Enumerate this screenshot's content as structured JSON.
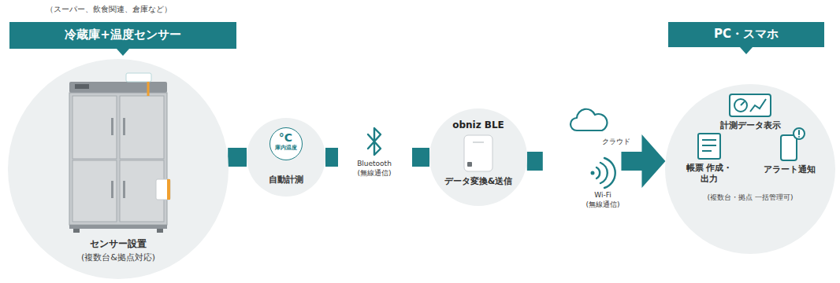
{
  "diagram": {
    "nodes": [
      {
        "text": [
          "冷蔵庫+温度センサー"
        ]
      },
      {
        "text": [
          "センサー設置",
          "(複数台&拠点対応)"
        ]
      },
      {
        "text": [
          "自動計測"
        ]
      },
      {
        "text": [
          "°C",
          "庫内温度"
        ],
        "in": 2
      },
      {
        "text": [
          "obniz BLE",
          "データ変換&送信"
        ]
      },
      {
        "text": [
          "PC・スマホ"
        ]
      },
      {
        "text": [
          "計測データ表示",
          "帳票 作成・出力",
          "アラート通知",
          "(複数台・拠点 一括管理可)"
        ]
      }
    ],
    "edges": [
      {
        "from": 1,
        "to": 2,
        "arrow": "none"
      },
      {
        "from": 2,
        "to": 4,
        "arrow": "none"
      },
      {
        "from": 4,
        "to": 6,
        "arrow": "to"
      }
    ],
    "labels": [
      "（スーパー、飲食関連、倉庫など）",
      "Bluetooth",
      "(無線通信)",
      "クラウド",
      "Wi-Fi",
      "(無線通信)"
    ]
  }
}
